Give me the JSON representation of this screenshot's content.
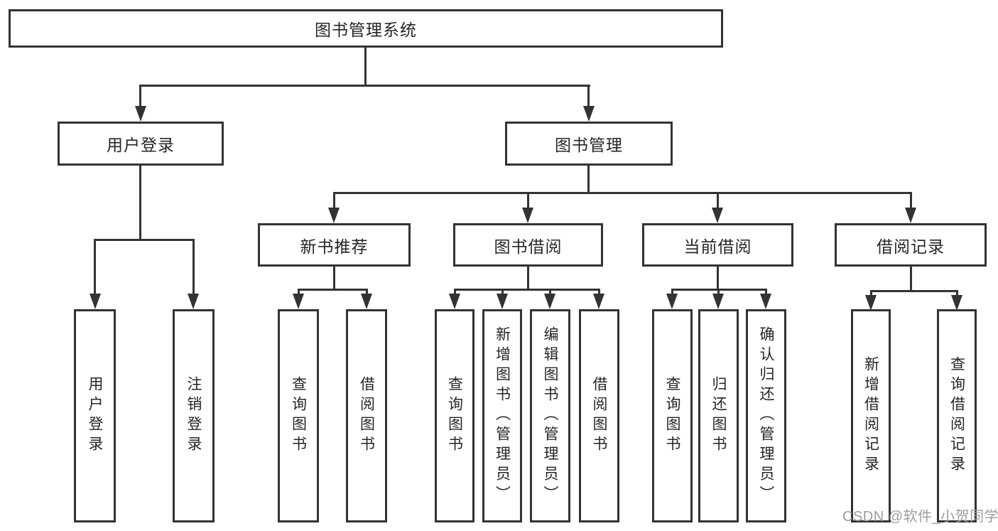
{
  "diagram": {
    "root": {
      "label": "图书管理系统"
    },
    "level1": [
      {
        "label": "用户登录"
      },
      {
        "label": "图书管理"
      }
    ],
    "level2": [
      {
        "label": "新书推荐"
      },
      {
        "label": "图书借阅"
      },
      {
        "label": "当前借阅"
      },
      {
        "label": "借阅记录"
      }
    ],
    "leaves": {
      "user_login": [
        "用户登录",
        "注销登录"
      ],
      "new_book": [
        "查询图书",
        "借阅图书"
      ],
      "book_borrow": [
        "查询图书",
        "新增图书（管理员）",
        "编辑图书（管理员）",
        "借阅图书"
      ],
      "current_borrow": [
        "查询图书",
        "归还图书",
        "确认归还（管理员）"
      ],
      "borrow_record": [
        "新增借阅记录",
        "查询借阅记录"
      ]
    },
    "watermark": {
      "text": "CSDN @软件_小贺同学"
    },
    "colors": {
      "line": "#333333",
      "border": "#333333",
      "text": "#262626",
      "watermark": "#9e9e9e",
      "background": "#ffffff"
    }
  }
}
